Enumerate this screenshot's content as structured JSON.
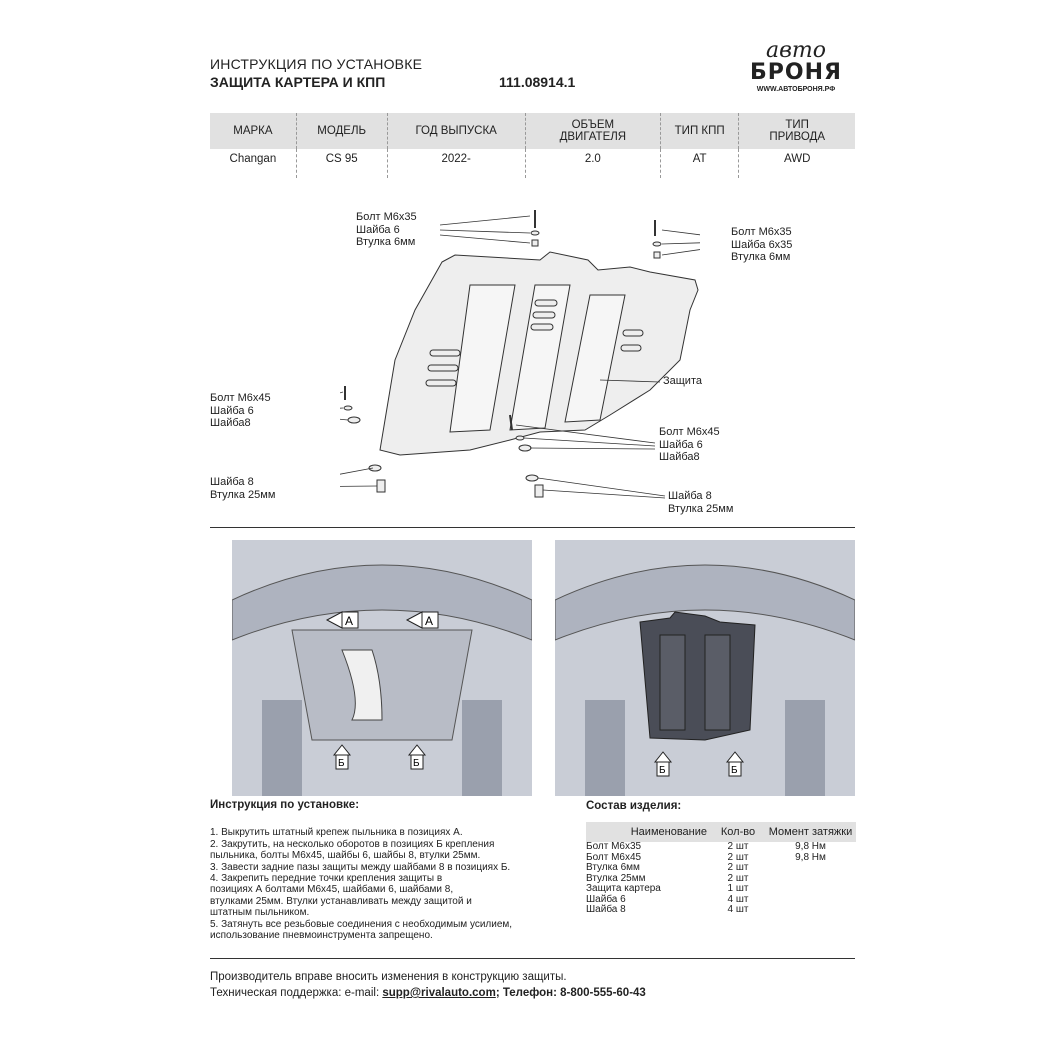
{
  "header": {
    "title_line1": "ИНСТРУКЦИЯ ПО УСТАНОВКЕ",
    "title_line2": "ЗАЩИТА КАРТЕРА И КПП",
    "article": "111.08914.1"
  },
  "logo": {
    "script": "авто",
    "brand": "БРОНЯ",
    "site": "WWW.АВТОБРОНЯ.РФ"
  },
  "spec_table": {
    "headers": [
      "МАРКА",
      "МОДЕЛЬ",
      "ГОД ВЫПУСКА",
      "ОБЪЕМ ДВИГАТЕЛЯ",
      "ТИП КПП",
      "ТИП ПРИВОДА"
    ],
    "row": [
      "Changan",
      "CS 95",
      "2022-",
      "2.0",
      "AT",
      "AWD"
    ]
  },
  "diagram": {
    "callout_top_left": [
      "Болт M6x35",
      "Шайба 6",
      "Втулка 6мм"
    ],
    "callout_top_right": [
      "Болт M6x35",
      "Шайба 6x35",
      "Втулка 6мм"
    ],
    "callout_shield": "Защита",
    "callout_mid_left": [
      "Болт M6x45",
      "Шайба 6",
      "Шайба8"
    ],
    "callout_mid_right": [
      "Болт M6x45",
      "Шайба 6",
      "Шайба8"
    ],
    "callout_bottom_left": [
      "Шайба 8",
      "Втулка 25мм"
    ],
    "callout_bottom_right": [
      "Шайба 8",
      "Втулка 25мм"
    ]
  },
  "photos": {
    "marker_a": "A",
    "marker_b": "Б"
  },
  "instructions": {
    "title": "Инструкция по установке:",
    "steps": [
      "1. Выкрутить штатный крепеж пыльника в позициях А.",
      "2. Закрутить, на несколько оборотов в позициях Б крепления",
      "    пыльника, болты M6x45, шайбы 6, шайбы 8, втулки 25мм.",
      "3. Завести задние пазы защиты между шайбами 8 в позициях Б.",
      "4. Закрепить передние точки крепления защиты в",
      "    позициях А болтами M6x45, шайбами 6, шайбами 8,",
      "    втулками 25мм. Втулки устанавливать между защитой и",
      "    штатным пыльником.",
      "5. Затянуть все резьбовые соединения с необходимым усилием,",
      "    использование пневмоинструмента запрещено."
    ]
  },
  "kit": {
    "title": "Состав изделия:",
    "headers": [
      "Наименование",
      "Кол-во",
      "Момент затяжки"
    ],
    "rows": [
      [
        "Болт M6x35",
        "2 шт",
        "9,8 Нм"
      ],
      [
        "Болт M6x45",
        "2 шт",
        "9,8 Нм"
      ],
      [
        "Втулка 6мм",
        "2 шт",
        ""
      ],
      [
        "Втулка 25мм",
        "2 шт",
        ""
      ],
      [
        "Защита картера",
        "1 шт",
        ""
      ],
      [
        "Шайба 6",
        "4 шт",
        ""
      ],
      [
        "Шайба 8",
        "4 шт",
        ""
      ]
    ]
  },
  "footer": {
    "line1": "Производитель вправе вносить изменения в конструкцию защиты.",
    "support_label": "Техническая поддержка:  e-mail: ",
    "email": "supp@rivalauto.com",
    "phone_label": "; Телефон: ",
    "phone": "8-800-555-60-43"
  }
}
